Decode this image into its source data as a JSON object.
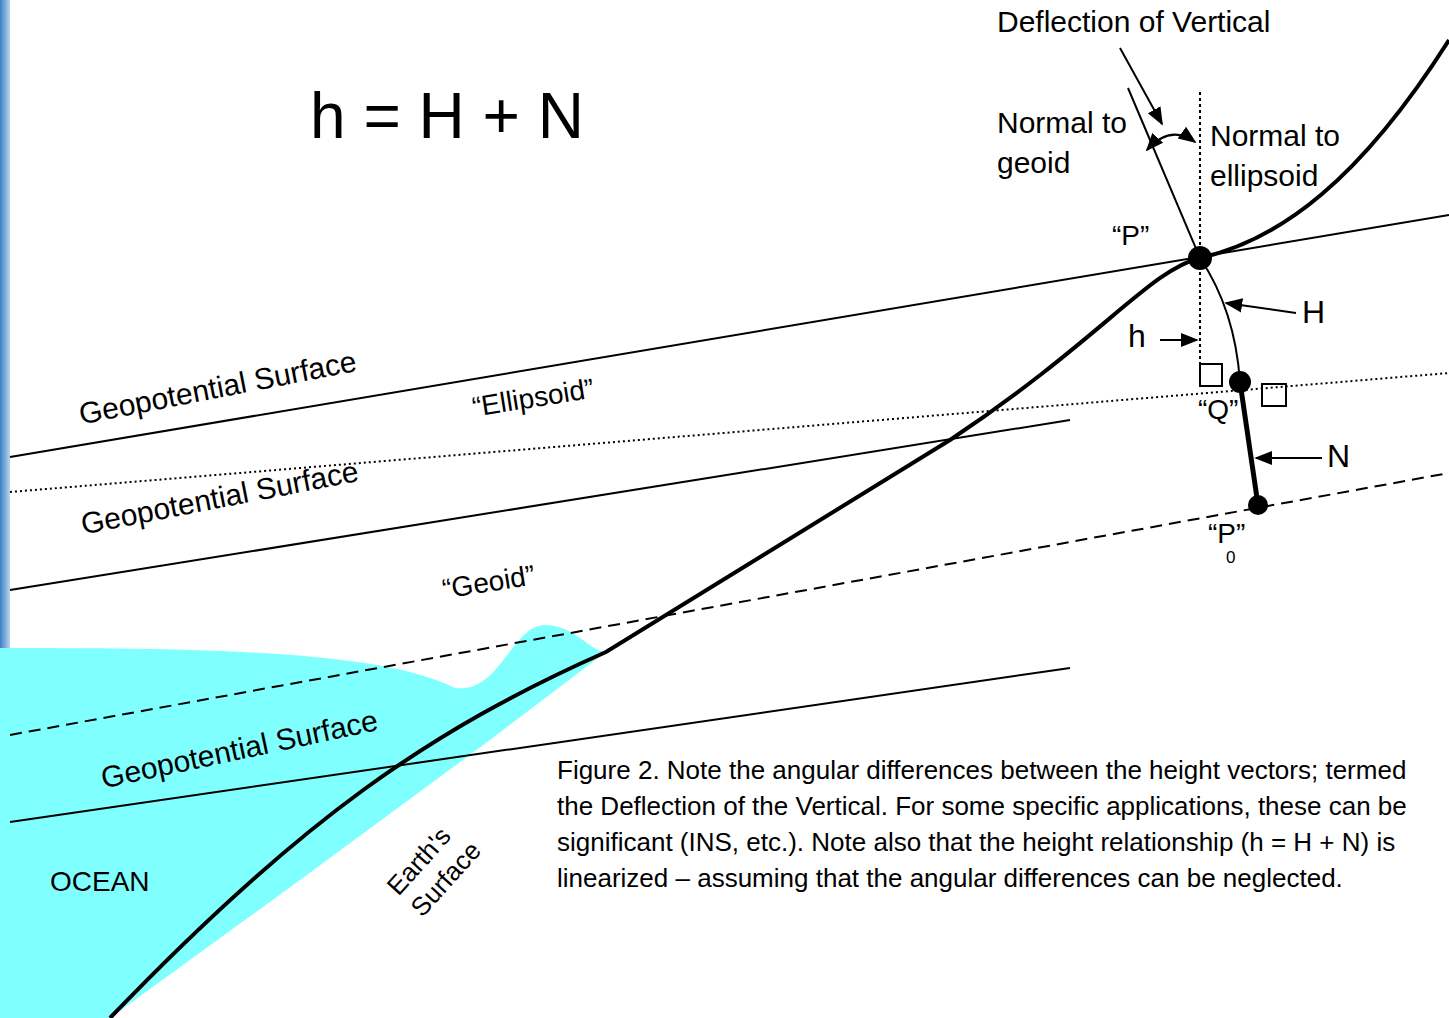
{
  "diagram": {
    "title": "h = H + N",
    "caption": "Figure 2. Note the angular differences between the height vectors; termed the Deflection of the Vertical. For some specific applications, these can be significant (INS, etc.). Note also that the height relationship (h = H + N) is linearized – assuming that the angular differences can be neglected.",
    "labels": [
      "Deflection of Vertical",
      "Normal to geoid",
      "Normal to ellipsoid",
      "“P”",
      "H",
      "h",
      "“Q”",
      "N",
      "“P”",
      "0",
      "Geopotential Surface",
      "“Ellipsoid”",
      "Geopotential Surface",
      "“Geoid”",
      "Geopotential Surface",
      "OCEAN",
      "Earth's Surface"
    ]
  }
}
